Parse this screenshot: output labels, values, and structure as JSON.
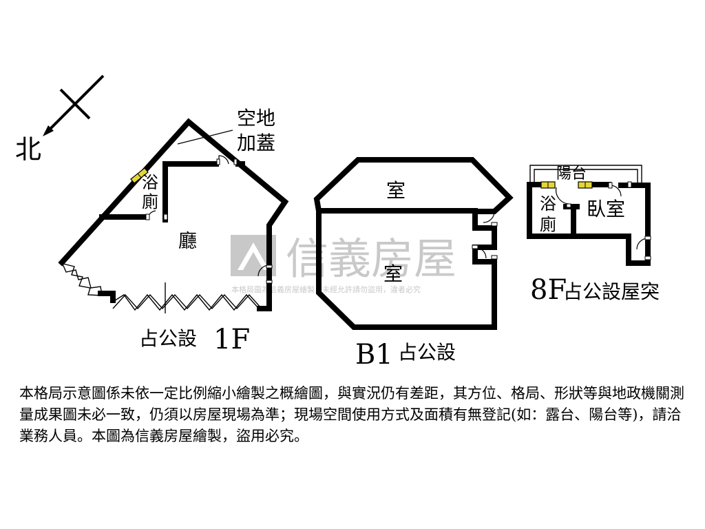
{
  "compass": {
    "north_label": "北"
  },
  "watermark": {
    "brand": "信義房屋",
    "notice": "本格局圖為信義房屋繪製，未經允許請勿盜用，違者必究"
  },
  "floor_1f": {
    "rooms": {
      "open_space": "空地\n加蓋",
      "open_space_line1": "空地",
      "open_space_line2": "加蓋",
      "bath_line1": "浴",
      "bath_line2": "廁",
      "living": "廳"
    },
    "caption_common": "占公設",
    "caption_floor": "1F"
  },
  "floor_b1": {
    "rooms": {
      "upper_room": "室",
      "lower_room": "室"
    },
    "caption_floor": "B1",
    "caption_common": "占公設"
  },
  "floor_8f": {
    "rooms": {
      "balcony": "陽台",
      "bath_line1": "浴",
      "bath_line2": "廁",
      "bedroom": "臥室"
    },
    "caption_floor": "8F",
    "caption_common": "占公設屋突"
  },
  "disclaimer": "本格局示意圖係未依一定比例縮小繪製之概繪圖，與實況仍有差距，其方位、格局、形狀等與地政機關測量成果圖未必一致，仍須以房屋現場為準；現場空間使用方式及面積有無登記(如：露台、陽台等)，請洽業務人員。本圖為信義房屋繪製，盜用必究。"
}
